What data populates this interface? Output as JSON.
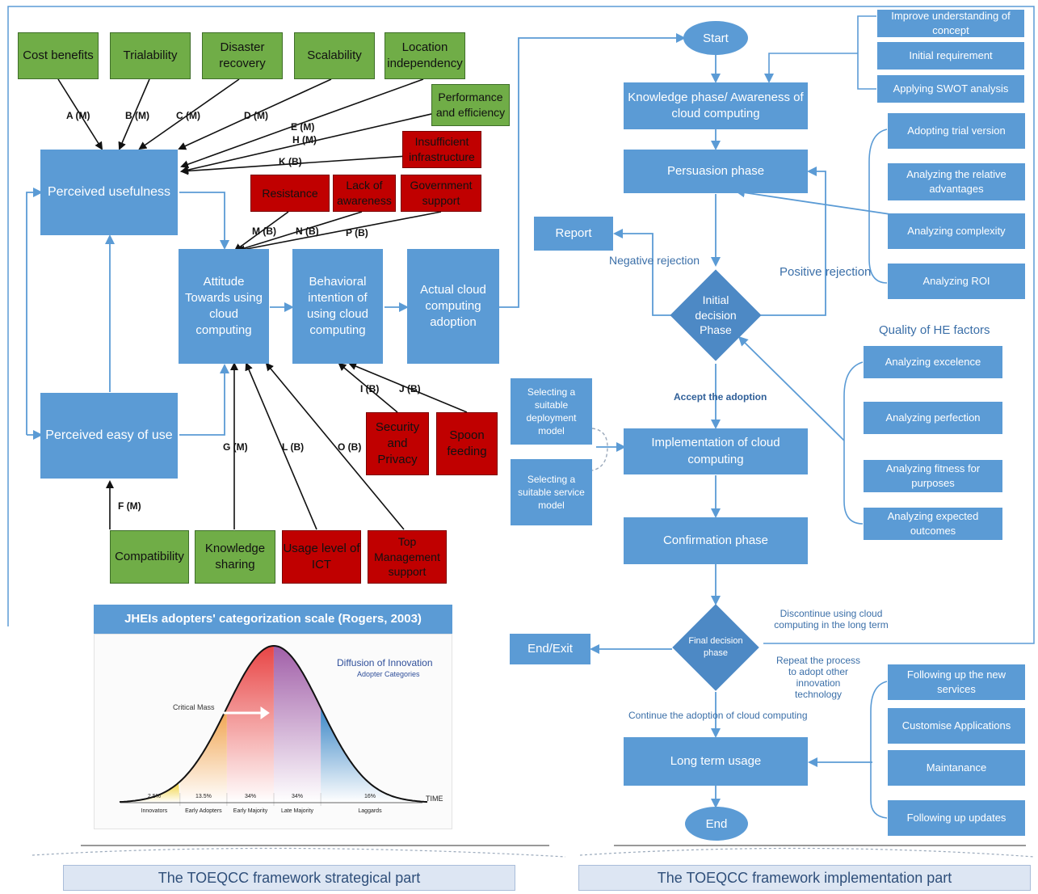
{
  "colors": {
    "process": "#5b9bd5",
    "positive": "#70ad47",
    "negative": "#c00000",
    "connector": "#5b9bd5"
  },
  "strategic": {
    "factors_top": {
      "cost_benefits": "Cost benefits",
      "trialability": "Trialability",
      "disaster_recovery": "Disaster recovery",
      "scalability": "Scalability",
      "location_independency": "Location independency",
      "performance_efficiency": "Performance and efficiency",
      "insufficient_infrastructure": "Insufficient infrastructure",
      "resistance": "Resistance",
      "lack_of_awareness": "Lack of awareness",
      "government_support": "Government support"
    },
    "factors_bottom": {
      "compatibility": "Compatibility",
      "knowledge_sharing": "Knowledge sharing",
      "usage_level_ict": "Usage level of ICT",
      "top_management": "Top Management support",
      "security_privacy": "Security and Privacy",
      "spoon_feeding": "Spoon feeding"
    },
    "core": {
      "perceived_usefulness": "Perceived usefulness",
      "perceived_ease": "Perceived easy of use",
      "attitude": "Attitude Towards using cloud computing",
      "intention": "Behavioral intention of using cloud computing",
      "actual_adoption": "Actual cloud computing adoption"
    },
    "labels": {
      "a": "A (M)",
      "b": "B (M)",
      "c": "C (M)",
      "d": "D (M)",
      "e": "E (M)",
      "h": "H (M)",
      "k": "K (B)",
      "m": "M (B)",
      "n": "N (B)",
      "p": "P (B)",
      "i": "I (B)",
      "j": "J (B)",
      "f": "F (M)",
      "g": "G (M)",
      "l": "L (B)",
      "o": "O (B)"
    },
    "scale": {
      "title": "JHEIs adopters' categorization scale (Rogers, 2003)",
      "heading": "Diffusion of Innovation",
      "subheading": "Adopter Categories",
      "critical_mass": "Critical Mass",
      "time": "TIME"
    },
    "footer": "The TOEQCC framework strategical part"
  },
  "chart_data": {
    "type": "area",
    "title": "Diffusion of Innovation",
    "subtitle": "Adopter Categories",
    "xlabel": "TIME",
    "categories": [
      "Innovators",
      "Early Adopters",
      "Early Majority",
      "Late Majority",
      "Laggards"
    ],
    "values": [
      2.5,
      13.5,
      34,
      34,
      16
    ],
    "value_labels": [
      "2.5%",
      "13.5%",
      "34%",
      "34%",
      "16%"
    ],
    "annotation": "Critical Mass",
    "colors": [
      "#f1d33e",
      "#f0a14a",
      "#e84545",
      "#a15fa8",
      "#3a86c6"
    ]
  },
  "implementation": {
    "start": "Start",
    "knowledge": "Knowledge phase/ Awareness of cloud computing",
    "persuasion": "Persuasion phase",
    "report": "Report",
    "initial_decision": "Initial decision Phase",
    "negative_rejection": "Negative rejection",
    "positive_rejection": "Positive rejection",
    "accept": "Accept the adoption",
    "implementation": "Implementation of cloud computing",
    "confirmation": "Confirmation phase",
    "final_decision": "Final decision phase",
    "end_exit": "End/Exit",
    "discontinue": "Discontinue using cloud computing in the long term",
    "repeat": "Repeat the process to adopt other innovation technology",
    "continue": "Continue the adoption of cloud computing",
    "long_term": "Long term usage",
    "end": "End",
    "deployment_model": "Selecting a suitable deployment model",
    "service_model": "Selecting a suitable service model",
    "quality_heading": "Quality of HE factors",
    "awareness_items": [
      "Improve understanding of concept",
      "Initial requirement",
      "Applying SWOT analysis"
    ],
    "persuasion_items": [
      "Adopting trial version",
      "Analyzing the relative advantages",
      "Analyzing complexity",
      "Analyzing ROI"
    ],
    "quality_items": [
      "Analyzing excelence",
      "Analyzing perfection",
      "Analyzing fitness for purposes",
      "Analyzing expected outcomes"
    ],
    "usage_items": [
      "Following up the new services",
      "Customise Applications",
      "Maintanance",
      "Following up updates"
    ],
    "footer": "The TOEQCC framework implementation part"
  }
}
